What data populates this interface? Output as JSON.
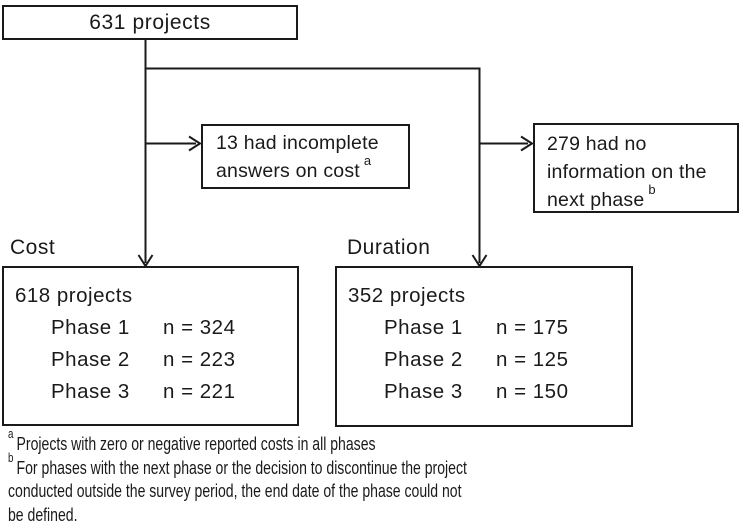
{
  "diagram": {
    "top_box": {
      "label": "631 projects"
    },
    "exclusions": [
      {
        "text": "13 had incomplete answers on cost",
        "marker": "a"
      },
      {
        "text": "279 had no information on the next phase",
        "marker": "b"
      }
    ],
    "groups": [
      {
        "heading": "Cost",
        "total": "618 projects",
        "rows": [
          [
            "Phase 1",
            "n = 324"
          ],
          [
            "Phase 2",
            "n = 223"
          ],
          [
            "Phase 3",
            "n = 221"
          ]
        ]
      },
      {
        "heading": "Duration",
        "total": "352 projects",
        "rows": [
          [
            "Phase 1",
            "n = 175"
          ],
          [
            "Phase 2",
            "n = 125"
          ],
          [
            "Phase 3",
            "n = 150"
          ]
        ]
      }
    ],
    "footnotes": [
      {
        "marker": "a",
        "text": "Projects with zero or negative reported costs in all phases"
      },
      {
        "marker": "b",
        "text": "For phases with the next phase or the decision to discontinue the project conducted outside the survey period, the end date of the phase could not be defined."
      }
    ],
    "colors": {
      "line": "#1a1a1a",
      "text": "#1a1a1a",
      "background": "#ffffff"
    }
  }
}
